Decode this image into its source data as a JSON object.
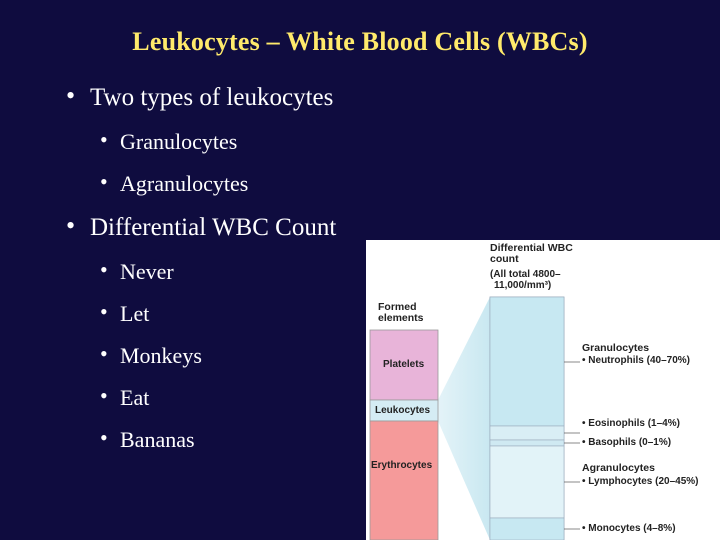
{
  "title": "Leukocytes – White Blood Cells (WBCs)",
  "bullets": {
    "types": {
      "heading": "Two types of leukocytes",
      "items": [
        "Granulocytes",
        "Agranulocytes"
      ]
    },
    "count": {
      "heading": "Differential WBC Count",
      "items": [
        "Never",
        "Let",
        "Monkeys",
        "Eat",
        "Bananas"
      ]
    }
  },
  "figure": {
    "formed_elements": "Formed elements",
    "platelets": "Platelets",
    "leukocytes": "Leukocytes",
    "erythrocytes": "Erythrocytes",
    "diff_title": "Differential WBC count",
    "diff_subtitle_1": "(All total 4800–",
    "diff_subtitle_2": "11,000/mm³)",
    "granulocytes": "Granulocytes",
    "neutrophils": "• Neutrophils (40–70%)",
    "eosinophils": "• Eosinophils (1–4%)",
    "basophils": "• Basophils (0–1%)",
    "agranulocytes": "Agranulocytes",
    "lymphocytes": "• Lymphocytes (20–45%)",
    "monocytes": "• Monocytes (4–8%)",
    "colors": {
      "platelets": "#e8b4d9",
      "leukocytes": "#d5ecf4",
      "erythrocytes": "#f59a9a",
      "column": "#bfe4ef"
    }
  }
}
